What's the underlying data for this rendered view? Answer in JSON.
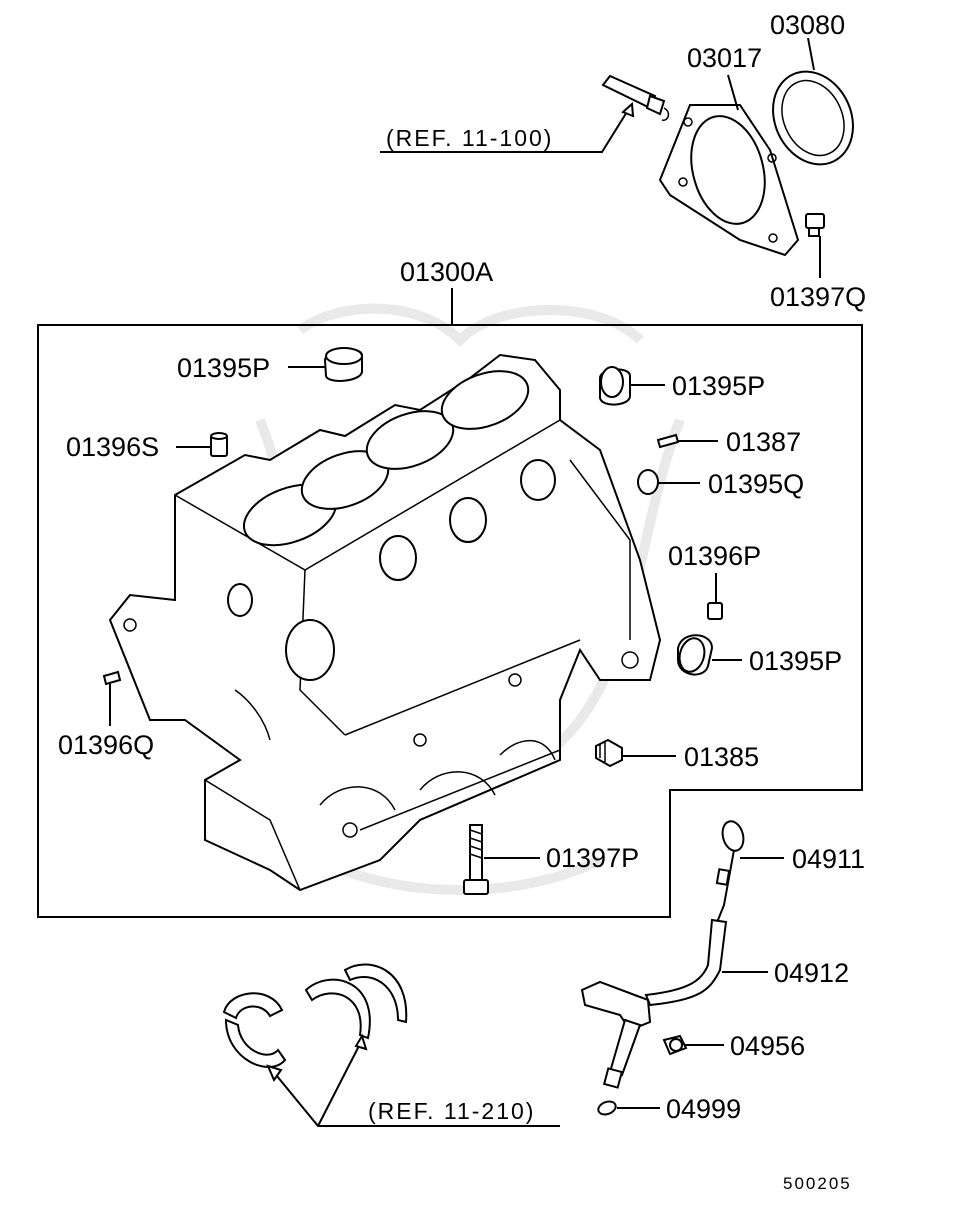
{
  "diagram": {
    "assembly_label": "01300A",
    "diagram_code": "500205",
    "references": {
      "rear_seal": "(REF. 11-100)",
      "bearings": "(REF. 11-210)"
    },
    "callouts": {
      "p03080": "03080",
      "p03017": "03017",
      "p01397Q": "01397Q",
      "p01395P_top_left": "01395P",
      "p01395P_top_right": "01395P",
      "p01396S": "01396S",
      "p01387": "01387",
      "p01395Q": "01395Q",
      "p01396P": "01396P",
      "p01395P_right": "01395P",
      "p01396Q": "01396Q",
      "p01385": "01385",
      "p01397P": "01397P",
      "p04911": "04911",
      "p04912": "04912",
      "p04956": "04956",
      "p04999": "04999"
    }
  }
}
